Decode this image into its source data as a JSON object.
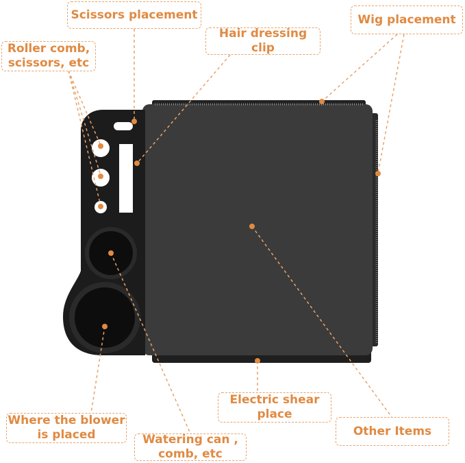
{
  "callouts": {
    "scissors_placement": "Scissors placement",
    "roller_comb": "Roller comb,\nscissors, etc",
    "hair_clip": "Hair dressing clip",
    "wig_placement": "Wig placement",
    "electric_shear": "Electric shear\nplace",
    "blower": "Where the blower\nis placed",
    "watering_can": "Watering can ,\ncomb, etc",
    "other_items": "Other Items"
  },
  "colors": {
    "accent": "#e08a42",
    "dashed_line": "#e8a26a",
    "mat": "#3b3b3b",
    "mat_dark": "#1c1c1c",
    "holder_hole": "#0d0d0d",
    "slot_white": "#ffffff"
  }
}
